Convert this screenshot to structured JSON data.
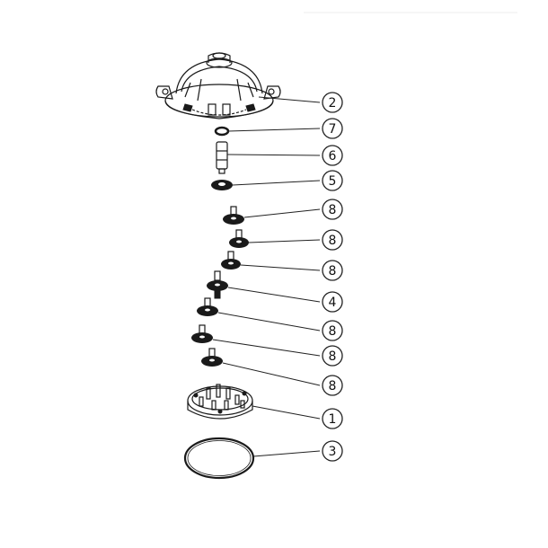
{
  "diagram": {
    "callouts": [
      {
        "id": "c2",
        "label": "2",
        "part": "top-housing"
      },
      {
        "id": "c7",
        "label": "7",
        "part": "o-ring-small"
      },
      {
        "id": "c6",
        "label": "6",
        "part": "shaft"
      },
      {
        "id": "c5",
        "label": "5",
        "part": "washer"
      },
      {
        "id": "c8a",
        "label": "8",
        "part": "gear-1"
      },
      {
        "id": "c8b",
        "label": "8",
        "part": "gear-2"
      },
      {
        "id": "c8c",
        "label": "8",
        "part": "gear-3"
      },
      {
        "id": "c4",
        "label": "4",
        "part": "drive-gear"
      },
      {
        "id": "c8d",
        "label": "8",
        "part": "gear-4"
      },
      {
        "id": "c8e",
        "label": "8",
        "part": "gear-5"
      },
      {
        "id": "c8f",
        "label": "8",
        "part": "gear-6"
      },
      {
        "id": "c1",
        "label": "1",
        "part": "base-plate"
      },
      {
        "id": "c3",
        "label": "3",
        "part": "large-o-ring"
      }
    ]
  }
}
